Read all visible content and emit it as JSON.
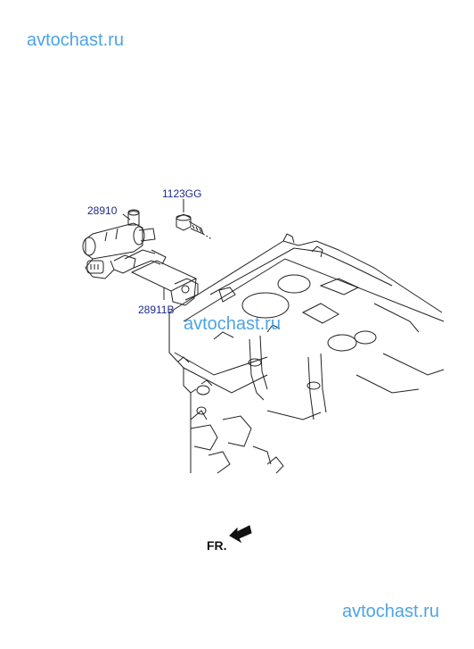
{
  "watermarks": {
    "top": "avtochast.ru",
    "middle": "avtochast.ru",
    "bottom": "avtochast.ru"
  },
  "parts": {
    "p1123GG": "1123GG",
    "p28910": "28910",
    "p28911B": "28911B"
  },
  "direction_label": "FR.",
  "colors": {
    "watermark": "#4da3e6",
    "part_label": "#1c2a8a",
    "line": "#222222"
  }
}
